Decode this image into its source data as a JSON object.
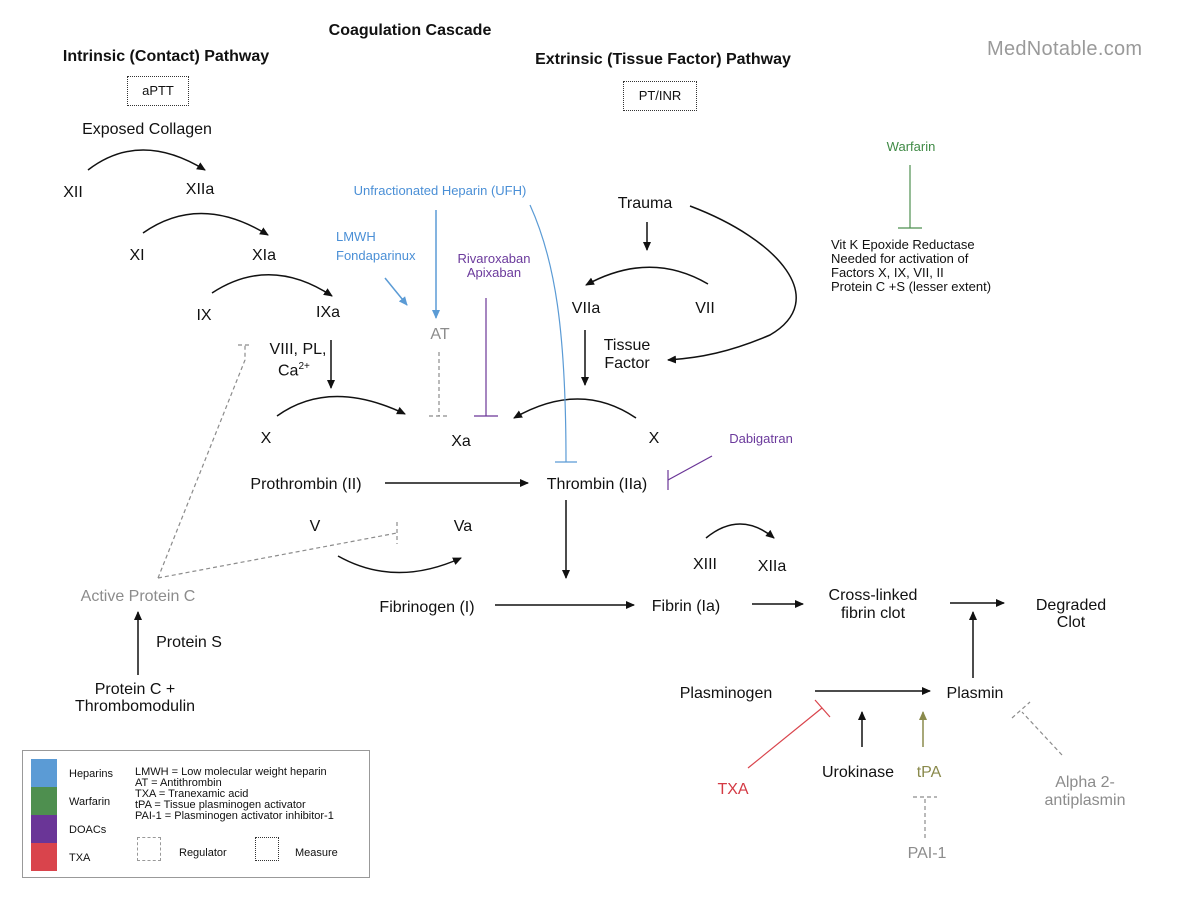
{
  "title": "Coagulation Cascade",
  "watermark": "MedNotable.com",
  "intrinsic": {
    "title": "Intrinsic (Contact) Pathway",
    "measure": "aPTT",
    "exposed_collagen": "Exposed Collagen",
    "xii": "XII",
    "xiia": "XIIa",
    "xi": "XI",
    "xia": "XIa",
    "ix": "IX",
    "ixa": "IXa",
    "cofactors_line1": "VIII, PL,",
    "cofactors_ca": "Ca",
    "cofactors_sup": "2+",
    "x": "X"
  },
  "extrinsic": {
    "title": "Extrinsic (Tissue Factor) Pathway",
    "measure": "PT/INR",
    "trauma": "Trauma",
    "viia": "VIIa",
    "vii": "VII",
    "tissue": "Tissue",
    "factor": "Factor",
    "x": "X"
  },
  "common": {
    "xa": "Xa",
    "prothrombin": "Prothrombin (II)",
    "thrombin": "Thrombin (IIa)",
    "v": "V",
    "va": "Va",
    "fibrinogen": "Fibrinogen (I)",
    "fibrin": "Fibrin (Ia)",
    "xiii": "XIII",
    "xiiia": "XIIa",
    "crosslinked_1": "Cross-linked",
    "crosslinked_2": "fibrin clot",
    "degraded_1": "Degraded",
    "degraded_2": "Clot"
  },
  "protein_c": {
    "active": "Active Protein C",
    "protein_s": "Protein S",
    "source_1": "Protein C +",
    "source_2": "Thrombomodulin"
  },
  "fibrinolysis": {
    "plasminogen": "Plasminogen",
    "plasmin": "Plasmin",
    "txa": "TXA",
    "urokinase": "Urokinase",
    "tpa": "tPA",
    "pai1": "PAI-1",
    "alpha_1": "Alpha 2-",
    "alpha_2": "antiplasmin"
  },
  "drugs": {
    "ufh": "Unfractionated Heparin (UFH)",
    "lmwh_1": "LMWH",
    "lmwh_2": "Fondaparinux",
    "at": "AT",
    "xa_inh_1": "Rivaroxaban",
    "xa_inh_2": "Apixaban",
    "dabigatran": "Dabigatran",
    "warfarin": "Warfarin",
    "warfarin_note": [
      "Vit K Epoxide Reductase",
      "Needed for activation of",
      "Factors X, IX, VII, II",
      "Protein C +S (lesser extent)"
    ]
  },
  "legend": {
    "heparins": "Heparins",
    "warfarin": "Warfarin",
    "doacs": "DOACs",
    "txa": "TXA",
    "defs": [
      "LMWH = Low molecular weight heparin",
      "AT = Antithrombin",
      "TXA = Tranexamic acid",
      "tPA = Tissue plasminogen activator",
      "PAI-1 = Plasminogen activator inhibitor-1"
    ],
    "regulator": "Regulator",
    "measure": "Measure"
  },
  "colors": {
    "heparins": "#5b9bd5",
    "warfarin": "#4e8f4f",
    "doacs": "#6a3597",
    "txa": "#d9444c",
    "regulator": "#8c8c8c",
    "tpa": "#8a8a4c"
  }
}
